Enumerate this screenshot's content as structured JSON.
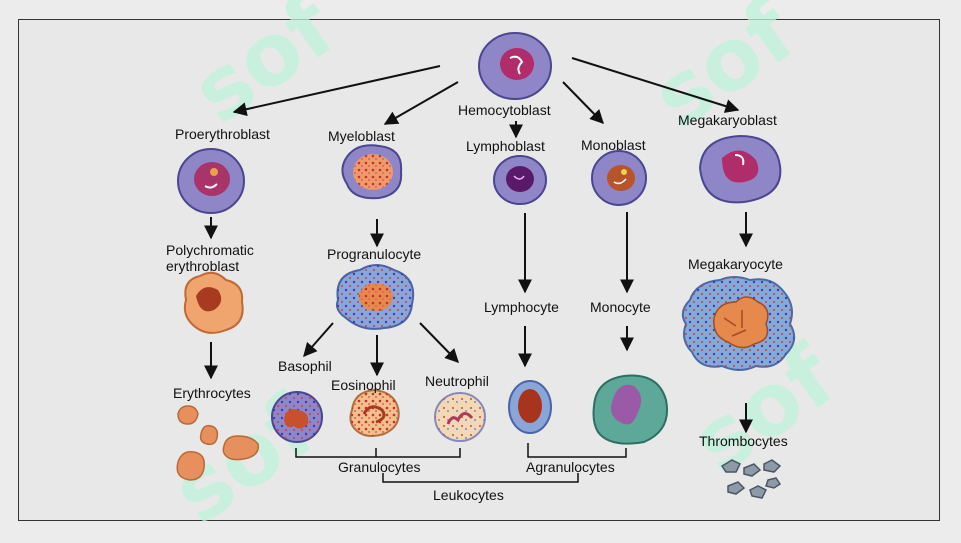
{
  "diagram": {
    "root": "Hemocytoblast",
    "blasts": {
      "proerythroblast": "Proerythroblast",
      "myeloblast": "Myeloblast",
      "lymphoblast": "Lymphoblast",
      "monoblast": "Monoblast",
      "megakaryoblast": "Megakaryoblast"
    },
    "intermediates": {
      "polychromatic_line1": "Polychromatic",
      "polychromatic_line2": "erythroblast",
      "progranulocyte": "Progranulocyte",
      "megakaryocyte": "Megakaryocyte"
    },
    "mature": {
      "erythrocytes": "Erythrocytes",
      "basophil": "Basophil",
      "eosinophil": "Eosinophil",
      "neutrophil": "Neutrophil",
      "lymphocyte": "Lymphocyte",
      "monocyte": "Monocyte",
      "thrombocytes": "Thrombocytes"
    },
    "groups": {
      "granulocytes": "Granulocytes",
      "agranulocytes": "Agranulocytes",
      "leukocytes": "Leukocytes"
    }
  },
  "watermark": "sof"
}
